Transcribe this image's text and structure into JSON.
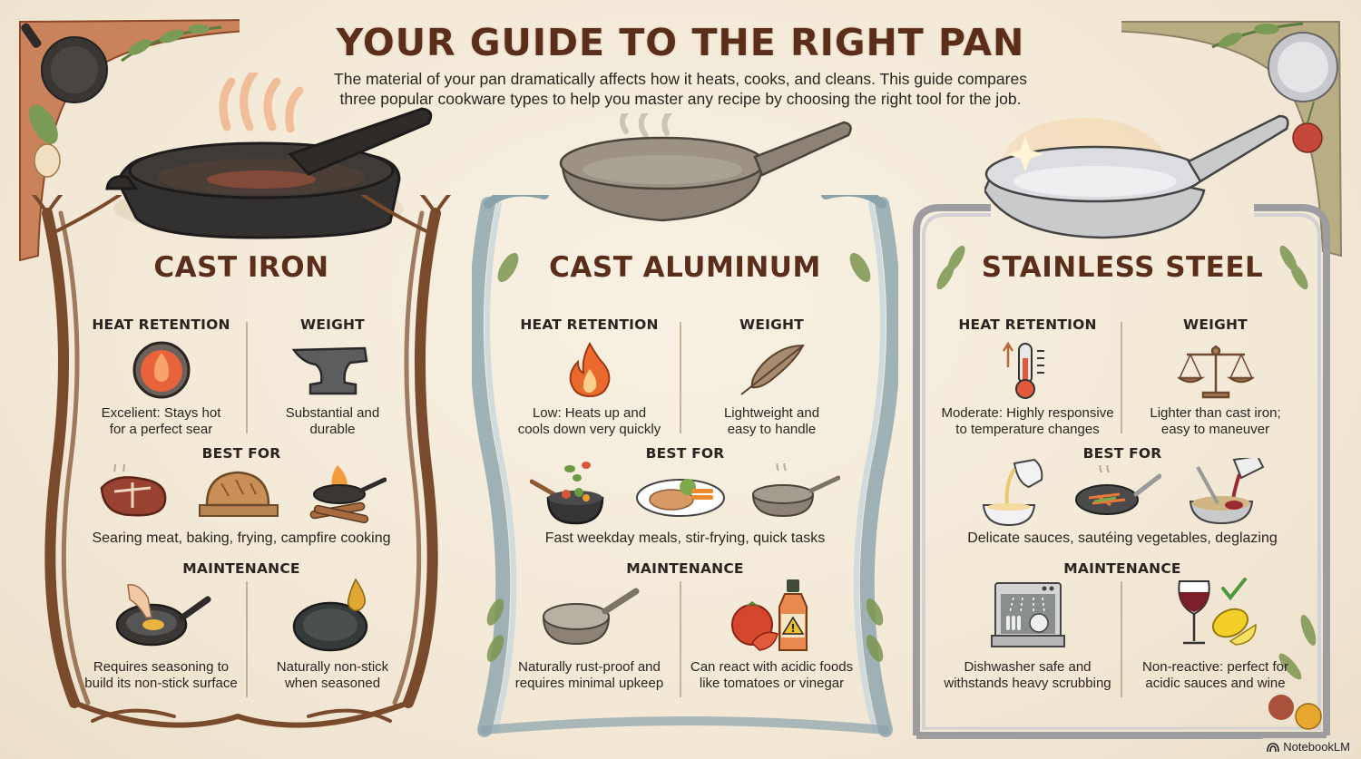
{
  "header": {
    "title": "YOUR GUIDE TO THE RIGHT PAN",
    "subtitle_line1": "The material of your pan dramatically affects how it heats, cooks, and cleans. This guide compares",
    "subtitle_line2": "three popular cookware types to help you master any recipe by choosing the right tool for the job."
  },
  "labels": {
    "heat_retention": "HEAT RETENTION",
    "weight": "WEIGHT",
    "best_for": "BEST FOR",
    "maintenance": "MAINTENANCE"
  },
  "panels": [
    {
      "title": "CAST IRON",
      "theme": "branches",
      "accent": "#7a4a2c",
      "heat_retention": {
        "icon": "glowing-ember-icon",
        "line1": "Excelient: Stays hot",
        "line2": "for a perfect sear"
      },
      "weight": {
        "icon": "anvil-icon",
        "line1": "Substantial and",
        "line2": "durable"
      },
      "best_for": {
        "icons": [
          "steak-icon",
          "bread-loaf-icon",
          "campfire-skillet-icon"
        ],
        "text": "Searing meat, baking, frying, campfire cooking"
      },
      "maintenance": [
        {
          "icon": "seasoning-skillet-icon",
          "line1": "Requires seasoning to",
          "line2": "build its non-stick surface"
        },
        {
          "icon": "oil-drop-skillet-icon",
          "line1": "Naturally non-stick",
          "line2": "when seasoned"
        }
      ]
    },
    {
      "title": "CAST ALUMINUM",
      "theme": "waves",
      "accent": "#7f9aa3",
      "heat_retention": {
        "icon": "flame-icon",
        "line1": "Low: Heats up and",
        "line2": "cools down very quickly"
      },
      "weight": {
        "icon": "feather-icon",
        "line1": "Lightweight and",
        "line2": "easy to handle"
      },
      "best_for": {
        "icons": [
          "stir-fry-wok-icon",
          "chicken-plate-icon",
          "steaming-pan-icon"
        ],
        "text": "Fast weekday meals, stir-frying, quick tasks"
      },
      "maintenance": [
        {
          "icon": "aluminum-pan-icon",
          "line1": "Naturally rust-proof and",
          "line2": "requires minimal upkeep"
        },
        {
          "icon": "tomato-vinegar-warning-icon",
          "line1": "Can react with acidic foods",
          "line2": "like tomatoes or vinegar"
        }
      ]
    },
    {
      "title": "STAINLESS STEEL",
      "theme": "steel-frame",
      "accent": "#a8a8a8",
      "heat_retention": {
        "icon": "thermometer-icon",
        "line1": "Moderate: Highly responsive",
        "line2": "to temperature changes"
      },
      "weight": {
        "icon": "balance-scale-icon",
        "line1": "Lighter than cast iron;",
        "line2": "easy to maneuver"
      },
      "best_for": {
        "icons": [
          "pouring-sauce-icon",
          "saute-pan-icon",
          "deglazing-wine-icon"
        ],
        "text": "Delicate sauces, sautéing vegetables, deglazing"
      },
      "maintenance": [
        {
          "icon": "dishwasher-icon",
          "line1": "Dishwasher safe and",
          "line2": "withstands heavy scrubbing"
        },
        {
          "icon": "wine-lemon-check-icon",
          "line1": "Non-reactive: perfect for",
          "line2": "acidic sauces and wine"
        }
      ]
    }
  ],
  "watermark": {
    "icon": "notebooklm-logo-icon",
    "text": "NotebookLM"
  },
  "colors": {
    "background": "#f4ecdc",
    "title": "#5a2e1a",
    "body_text": "#2b2420",
    "branch_brown": "#7a4a2c",
    "wave_blue": "#7f9aa3",
    "leaf_green": "#6f8a4e",
    "steel_gray": "#a8a8a8"
  }
}
